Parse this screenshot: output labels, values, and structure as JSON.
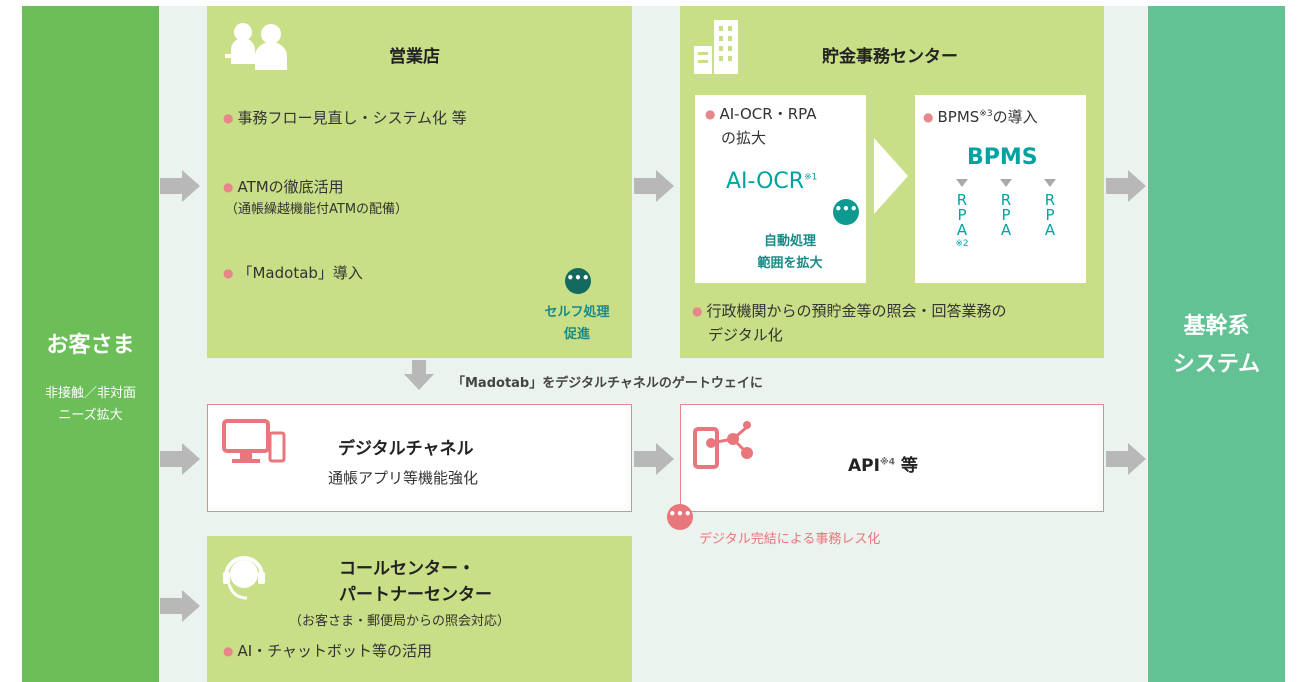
{
  "customer": {
    "title": "お客さま",
    "subtitle_line1": "非接触／非対面",
    "subtitle_line2": "ニーズ拡大"
  },
  "core": {
    "title_line1": "基幹系",
    "title_line2": "システム"
  },
  "branch": {
    "title": "営業店",
    "items": [
      "事務フロー見直し・システム化 等",
      "ATMの徹底活用",
      "「Madotab」導入"
    ],
    "atm_note": "（通帳繰越機能付ATMの配備）",
    "self_service_line1": "セルフ処理",
    "self_service_line2": "促進"
  },
  "savings_center": {
    "title": "貯金事務センター",
    "ocr_box": {
      "item_line1": "AI-OCR・RPA",
      "item_line2": "の拡大",
      "big": "AI-OCR",
      "note": "※1",
      "auto_line1": "自動処理",
      "auto_line2": "範囲を拡大"
    },
    "bpms_box": {
      "item": "BPMS",
      "item_note": "※3",
      "item_suffix": "の導入",
      "big": "BPMS",
      "rpa_letters": [
        "R",
        "P",
        "A"
      ],
      "rpa_note": "※2"
    },
    "bottom_line1": "行政機関からの預貯金等の照会・回答業務の",
    "bottom_line2": "デジタル化"
  },
  "gateway_label": "「Madotab」をデジタルチャネルのゲートウェイに",
  "digital_channel": {
    "title": "デジタルチャネル",
    "subtitle": "通帳アプリ等機能強化"
  },
  "api": {
    "label": "API",
    "note": "※4",
    "suffix": " 等",
    "caption": "デジタル完結による事務レス化"
  },
  "call_center": {
    "title_line1": "コールセンター・",
    "title_line2": "パートナーセンター",
    "subtitle": "（お客さま・郵便局からの照会対応）",
    "item": "AI・チャットボット等の活用"
  },
  "colors": {
    "customer": "#6cbe58",
    "core": "#63c293",
    "panel": "#c8de87",
    "accent_pink": "#e8767c",
    "accent_teal": "#00a3a1",
    "arrow": "#b8b8b8"
  },
  "icons": [
    "people-at-desk-icon",
    "office-building-icon",
    "monitor-phone-icon",
    "api-network-icon",
    "headset-operator-icon",
    "chat-bubble-icon",
    "arrow-right-icon",
    "arrow-down-icon",
    "chevron-right-icon"
  ]
}
